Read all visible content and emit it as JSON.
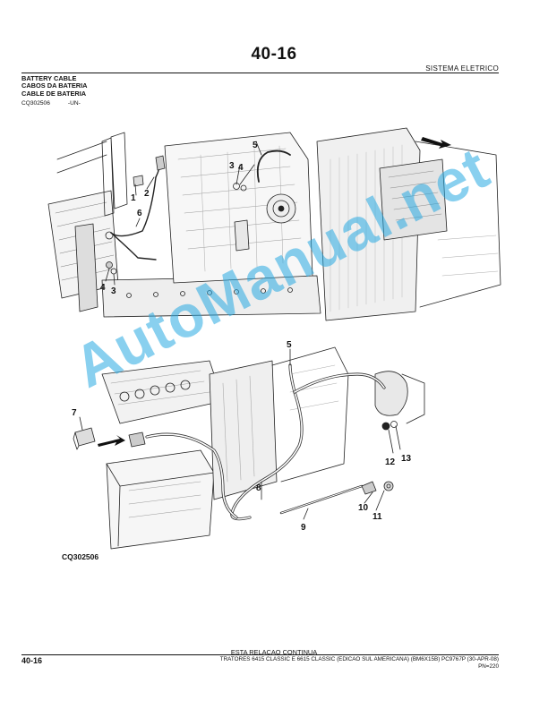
{
  "header": {
    "page_number": "40-16",
    "section_name": "SISTEMA ELETRICO"
  },
  "title_block": {
    "line1": "BATTERY CABLE",
    "line2": "CABOS DA BATERIA",
    "line3": "CABLE DE BATERIA"
  },
  "figure": {
    "code": "CQ302506",
    "suffix": "-UN-",
    "bottom_label": "CQ302506",
    "callouts_top": [
      "1",
      "2",
      "3",
      "4",
      "5",
      "6",
      "4",
      "3"
    ],
    "callouts_bottom": [
      "5",
      "7",
      "8",
      "9",
      "10",
      "11",
      "12",
      "13"
    ]
  },
  "watermark": {
    "text": "AutoManual.net",
    "color": "#28aae1"
  },
  "footer": {
    "continue_text": "ESTA RELACAO CONTINUA",
    "page_number": "40-16",
    "publication": "TRATORES 6415 CLASSIC E 6615 CLASSIC (EDICAO SUL AMERICANA) (BM6X15B)   PC9767P   (30-APR-08)",
    "code": "PN=220"
  }
}
